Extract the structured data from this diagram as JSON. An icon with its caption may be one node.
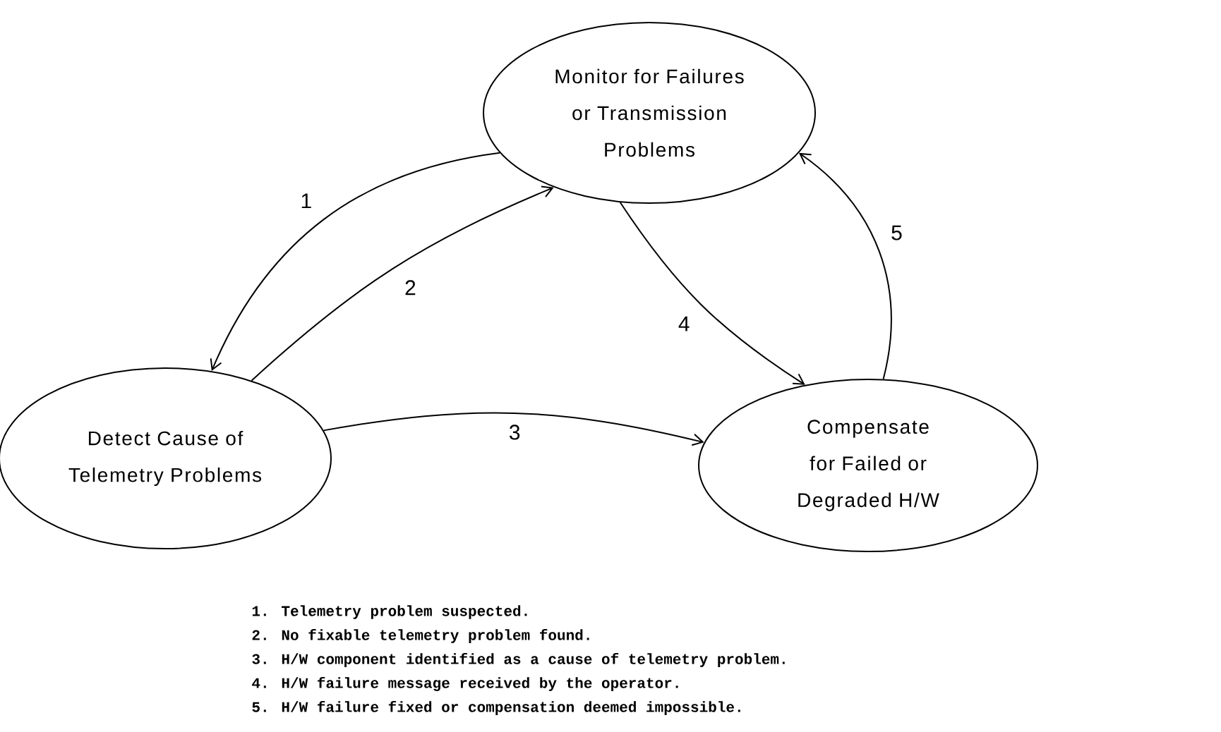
{
  "diagram": {
    "nodes": [
      {
        "text": [
          "Monitor for Failures or Transmission Problems"
        ]
      },
      {
        "text": [
          "Detect Cause of Telemetry Problems"
        ]
      },
      {
        "text": [
          "Compensate for Failed or Degraded H/W"
        ]
      }
    ],
    "edges": [
      {
        "from": 0,
        "to": 1,
        "arrow": "to",
        "label": "1"
      },
      {
        "from": 1,
        "to": 0,
        "arrow": "to",
        "label": "2"
      },
      {
        "from": 1,
        "to": 2,
        "arrow": "to",
        "label": "3"
      },
      {
        "from": 0,
        "to": 2,
        "arrow": "to",
        "label": "4"
      },
      {
        "from": 2,
        "to": 0,
        "arrow": "to",
        "label": "5"
      }
    ],
    "labels": [
      "1. Telemetry problem suspected.",
      "2. No fixable telemetry problem found.",
      "3. H/W component identified as a cause of telemetry problem.",
      "4. H/W failure message received by the operator.",
      "5. H/W failure fixed or compensation deemed impossible."
    ]
  }
}
